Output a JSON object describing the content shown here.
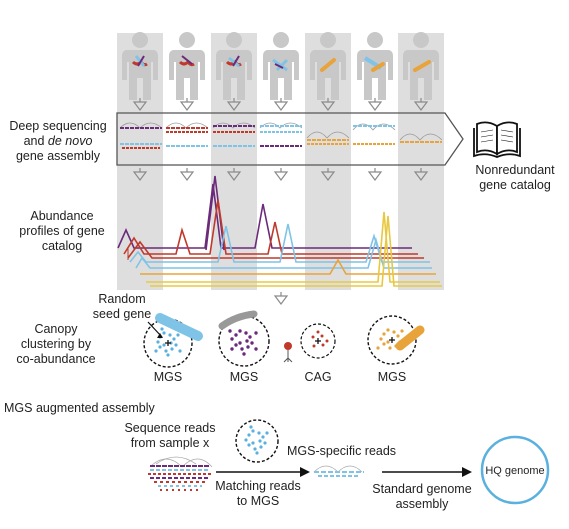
{
  "step_labels": {
    "deep_sequencing": {
      "line1": "Deep sequencing",
      "line2_and": "and ",
      "line2_italic": "de novo",
      "line3": "gene assembly"
    },
    "catalog": {
      "line1": "Nonredundant",
      "line2": "gene catalog"
    },
    "abundance": {
      "line1": "Abundance",
      "line2": "profiles of gene",
      "line3": "catalog"
    },
    "seed": {
      "line1": "Random",
      "line2": "seed gene"
    },
    "canopy": {
      "line1": "Canopy",
      "line2": "clustering by",
      "line3": "co-abundance"
    },
    "cluster_types": [
      "MGS",
      "MGS",
      "CAG",
      "MGS"
    ],
    "augmented_title": "MGS augmented assembly",
    "sequence_reads": {
      "line1": "Sequence reads",
      "line2": "from sample x"
    },
    "mgs_specific_reads": "MGS-specific reads",
    "matching_reads": {
      "line1": "Matching reads",
      "line2": "to MGS"
    },
    "standard_assembly": {
      "line1": "Standard genome",
      "line2": "assembly"
    },
    "hq_genome": "HQ genome"
  },
  "colors": {
    "purple": "#6b2a7a",
    "red": "#c0392b",
    "blue": "#7fc4e6",
    "orange": "#e8a33a",
    "yellow": "#e8c840",
    "lane_gray": "#dedede",
    "figure_gray": "#c9c9c9",
    "circle_blue": "#5ab0de"
  },
  "icons": [
    "person-silhouette-icon",
    "open-book-icon",
    "down-arrow-icon",
    "right-arrow-icon",
    "bacterium-icon",
    "seed-gene-marker-icon"
  ]
}
